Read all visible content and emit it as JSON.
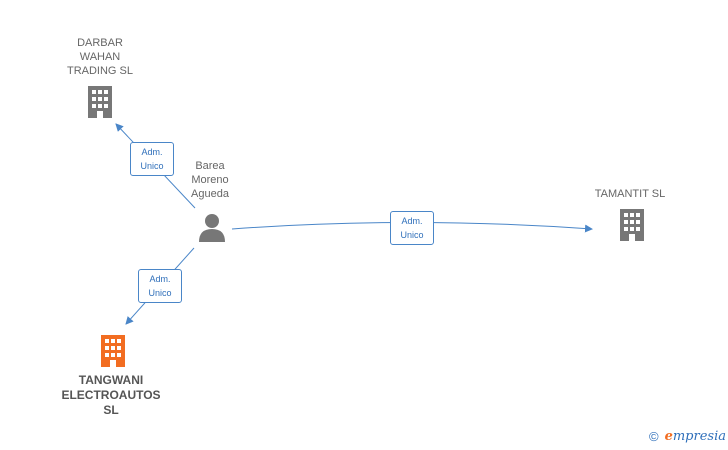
{
  "nodes": {
    "darbar": {
      "label": "DARBAR\nWAHAN\nTRADING  SL",
      "icon": "building-icon",
      "color": "#777777"
    },
    "tamantit": {
      "label": "TAMANTIT  SL",
      "icon": "building-icon",
      "color": "#777777"
    },
    "tangwani": {
      "label": "TANGWANI\nELECTROAUTOS\nSL",
      "icon": "building-icon",
      "color": "#f26d21"
    },
    "barea": {
      "label": "Barea\nMoreno\nAgueda",
      "icon": "person-icon",
      "color": "#777777"
    }
  },
  "edges": [
    {
      "from": "barea",
      "to": "darbar",
      "label": "Adm.\nUnico"
    },
    {
      "from": "barea",
      "to": "tamantit",
      "label": "Adm.\nUnico"
    },
    {
      "from": "barea",
      "to": "tangwani",
      "label": "Adm.\nUnico"
    }
  ],
  "edge_color": "#4a86c8",
  "footer": {
    "copyright": "©",
    "brand_initial": "e",
    "brand_rest": "mpresia"
  }
}
